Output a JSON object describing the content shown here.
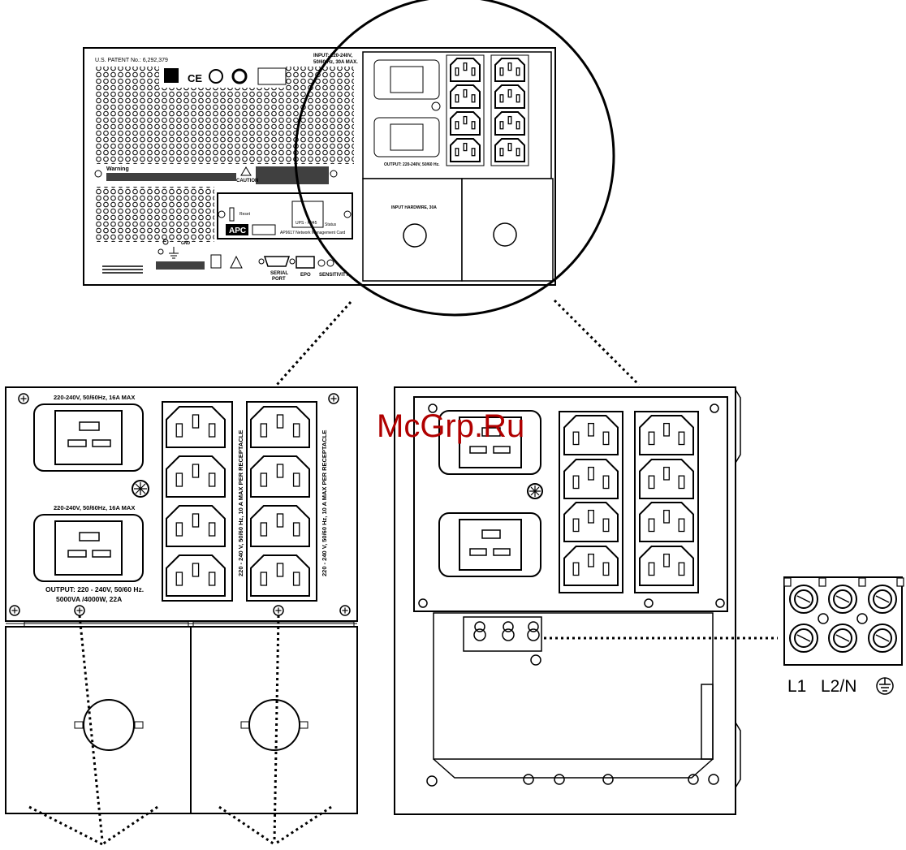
{
  "watermark": "McGrp.Ru",
  "rear_panel": {
    "sn_label": "U.S. PATENT No.: 6,292,379",
    "input_rating_1": "INPUT: 220-240V,",
    "input_rating_2": "50/60 Hz, 30A MAX.",
    "warning_title": "Warning",
    "caution_label": "CAUTION",
    "module_model_1": "UPS - RJ45",
    "module_model_2": "AP9617 Network Management Card",
    "module_reset": "Reset",
    "module_status": "Status",
    "logo": "APC",
    "ground_label": "GND",
    "serial_port_1": "SERIAL",
    "serial_port_2": "PORT",
    "epo_label": "EPO",
    "sensitivity_label": "SENSITIVITY",
    "hardwire_label": "INPUT HARDWIRE, 30A",
    "output_small": "OUTPUT: 220-240V, 50/60 Hz."
  },
  "left_detail": {
    "c19_label_top": "220-240V, 50/60Hz, 16A MAX",
    "c19_label_bottom": "220-240V, 50/60Hz, 16A MAX",
    "output_line_1": "OUTPUT:  220 - 240V, 50/60 Hz.",
    "output_line_2": "5000VA /4000W, 22A",
    "bank_1_vertical": "220 - 240 V, 50/60 Hz, 10 A MAX PER RECEPTACLE",
    "bank_2_vertical": "220 - 240 V, 50/60 Hz, 10 A MAX PER RECEPTACLE"
  },
  "terminal_block": {
    "labels": [
      "L1",
      "L2/N"
    ],
    "ground_icon": "protective-earth-icon"
  },
  "colors": {
    "line": "#000000",
    "watermark": "#b00000"
  }
}
